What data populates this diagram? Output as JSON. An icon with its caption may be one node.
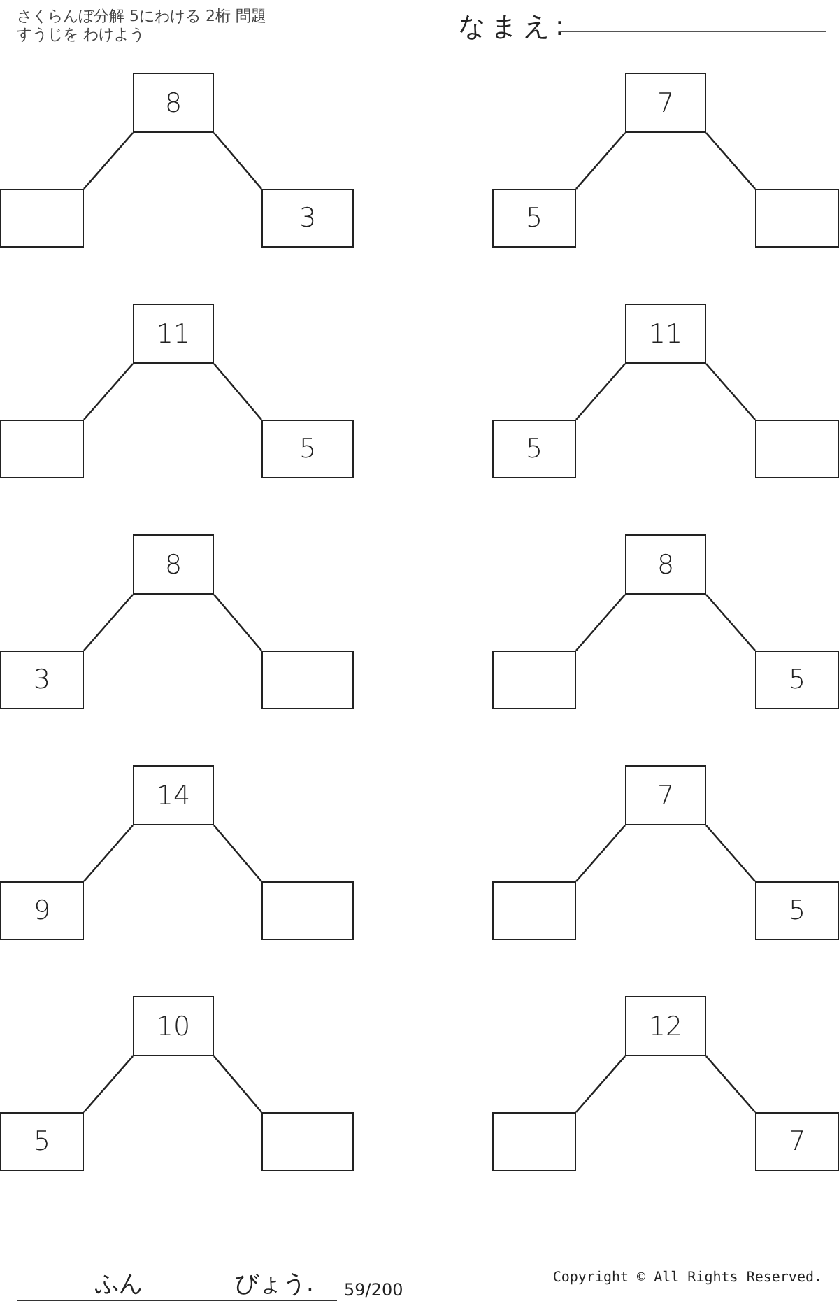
{
  "diagram": {
    "title": "さくらんぼ分解 5にわける 2桁 問題",
    "nodes": [
      {
        "text": [
          "8"
        ]
      },
      {
        "text": [],
        "shape": "box"
      },
      {
        "text": [
          "3"
        ]
      },
      {
        "text": [
          "7"
        ]
      },
      {
        "text": [
          "5"
        ]
      },
      {
        "text": [],
        "shape": "box"
      },
      {
        "text": [
          "11"
        ]
      },
      {
        "text": [],
        "shape": "box"
      },
      {
        "text": [
          "5"
        ]
      },
      {
        "text": [
          "11"
        ]
      },
      {
        "text": [
          "5"
        ]
      },
      {
        "text": [],
        "shape": "box"
      },
      {
        "text": [
          "8"
        ]
      },
      {
        "text": [
          "3"
        ]
      },
      {
        "text": [],
        "shape": "box"
      },
      {
        "text": [
          "8"
        ]
      },
      {
        "text": [],
        "shape": "box"
      },
      {
        "text": [
          "5"
        ]
      },
      {
        "text": [
          "14"
        ]
      },
      {
        "text": [
          "9"
        ]
      },
      {
        "text": [],
        "shape": "box"
      },
      {
        "text": [
          "7"
        ]
      },
      {
        "text": [],
        "shape": "box"
      },
      {
        "text": [
          "5"
        ]
      },
      {
        "text": [
          "10"
        ]
      },
      {
        "text": [
          "5"
        ]
      },
      {
        "text": [],
        "shape": "box"
      },
      {
        "text": [
          "12"
        ]
      },
      {
        "text": [],
        "shape": "box"
      },
      {
        "text": [
          "7"
        ]
      }
    ],
    "edges": [
      {
        "from": 0,
        "to": 1,
        "arrow": "none"
      },
      {
        "from": 0,
        "to": 2,
        "arrow": "none"
      },
      {
        "from": 3,
        "to": 4,
        "arrow": "none"
      },
      {
        "from": 3,
        "to": 5,
        "arrow": "none"
      },
      {
        "from": 6,
        "to": 7,
        "arrow": "none"
      },
      {
        "from": 6,
        "to": 8,
        "arrow": "none"
      },
      {
        "from": 9,
        "to": 10,
        "arrow": "none"
      },
      {
        "from": 9,
        "to": 11,
        "arrow": "none"
      },
      {
        "from": 12,
        "to": 13,
        "arrow": "none"
      },
      {
        "from": 12,
        "to": 14,
        "arrow": "none"
      },
      {
        "from": 15,
        "to": 16,
        "arrow": "none"
      },
      {
        "from": 15,
        "to": 17,
        "arrow": "none"
      },
      {
        "from": 18,
        "to": 19,
        "arrow": "none"
      },
      {
        "from": 18,
        "to": 20,
        "arrow": "none"
      },
      {
        "from": 21,
        "to": 22,
        "arrow": "none"
      },
      {
        "from": 21,
        "to": 23,
        "arrow": "none"
      },
      {
        "from": 24,
        "to": 25,
        "arrow": "none"
      },
      {
        "from": 24,
        "to": 26,
        "arrow": "none"
      },
      {
        "from": 27,
        "to": 28,
        "arrow": "none"
      },
      {
        "from": 27,
        "to": 29,
        "arrow": "none"
      }
    ],
    "labels": [
      "すうじを わけよう",
      "なまえ:",
      "ふん",
      "びょう.",
      "59/200",
      "Copyright © All Rights Reserved."
    ]
  }
}
